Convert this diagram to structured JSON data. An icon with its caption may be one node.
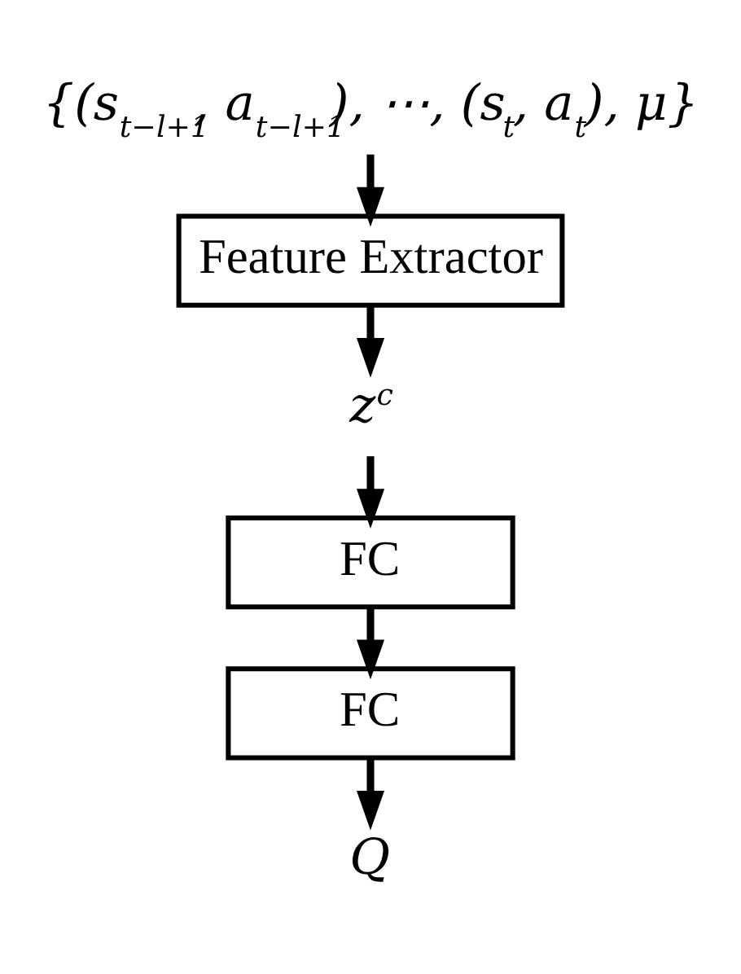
{
  "diagram": {
    "nodes": [
      {
        "text": [
          "{(s$_{t−l+1}$, a$_{t−l+1}$), ⋯, (s$_{t}$, a$_{t}$), μ}"
        ]
      },
      {
        "text": [
          "Feature Extractor"
        ]
      },
      {
        "text": [
          "z$^{c}$"
        ]
      },
      {
        "text": [
          "FC"
        ]
      },
      {
        "text": [
          "FC"
        ]
      },
      {
        "text": [
          "Q"
        ]
      }
    ],
    "edges": [
      {
        "from": 0,
        "to": 1,
        "arrow": "to"
      },
      {
        "from": 1,
        "to": 2,
        "arrow": "to"
      },
      {
        "from": 2,
        "to": 3,
        "arrow": "to"
      },
      {
        "from": 3,
        "to": 4,
        "arrow": "to"
      },
      {
        "from": 4,
        "to": 5,
        "arrow": "to"
      }
    ]
  }
}
